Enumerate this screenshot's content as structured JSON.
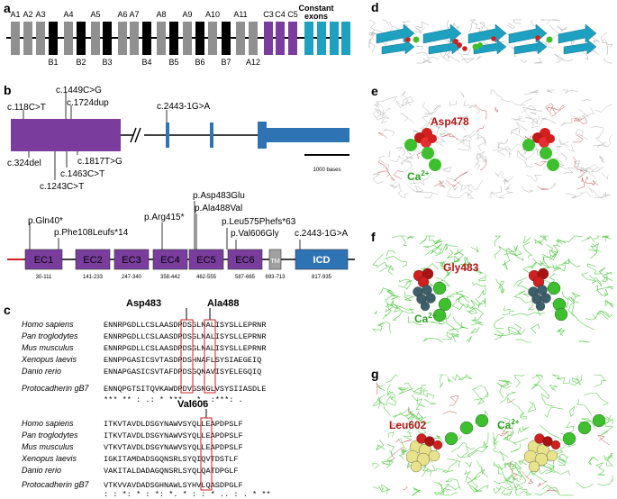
{
  "panel_labels": {
    "a": "a",
    "b": "b",
    "c": "c",
    "d": "d",
    "e": "e",
    "f": "f",
    "g": "g"
  },
  "panel_a": {
    "top_exons": [
      "A1",
      "A2",
      "A3",
      "A4",
      "A5",
      "A6",
      "A7",
      "A8",
      "A9",
      "A10",
      "A11",
      "C3",
      "C4",
      "C5"
    ],
    "bottom_exons": [
      "B1",
      "B2",
      "B3",
      "B4",
      "B5",
      "B6",
      "B7",
      "A12"
    ],
    "constant_label_1": "Constant",
    "constant_label_2": "exons"
  },
  "panel_b_gene": {
    "above": [
      "c.118C>T",
      "c.1449C>G",
      "c.1724dup",
      "c.2443-1G>A"
    ],
    "below": [
      "c.324del",
      "c.1243C>T",
      "c.1463C>T",
      "c.1817T>G"
    ],
    "scale": "1000 bases"
  },
  "panel_b_protein": {
    "domains": [
      "EC1",
      "EC2",
      "EC3",
      "EC4",
      "EC5",
      "EC6",
      "TM",
      "ICD"
    ],
    "ranges": [
      "30-111",
      "141-233",
      "247-340",
      "358-442",
      "462-555",
      "587-665",
      "693-713",
      "817-935"
    ],
    "mutations": [
      "p.Gln40*",
      "p.Phe108Leufs*14",
      "p.Arg415*",
      "p.Asp483Glu",
      "p.Ala488Val",
      "p.Leu575Phefs*63",
      "p.Val606Gly",
      "c.2443-1G>A"
    ]
  },
  "panel_c": {
    "block1_headers": [
      "Asp483",
      "Ala488"
    ],
    "block2_header": "Val606",
    "species": [
      "Homo sapiens",
      "Pan troglodytes",
      "Mus musculus",
      "Xenopus laevis",
      "Danio rerio",
      "Protocadherin gB7"
    ],
    "block1_seqs": [
      "ENNRPGDLLCSLAASDPDSGLNALISYSLLEPRNR",
      "ENNRPGDLLCSLAASDPDSGLNALISYSLLEPRNR",
      "ENNRPGDLLCSLAASDPDSGLNALISYSLLEPRNR",
      "ENNPPGASICSVTASDPDSHNAFLSYSIAEGEIQ",
      "ENNAPGASICSVTAFDPDSGQNAVISYELEGQIQ",
      "ENNQPGTSITQVKAWDPDVGSNGLVSYSIIASDLE"
    ],
    "block1_cons": "*** **  : .: * ***  .  *. :***:        .",
    "block2_seqs": [
      "ITKVTAVDLDSGYNAWVSYQLLEAPDPSLF",
      "ITKVTAVDLDSGYNAWVSYQLLEAPDPSLF",
      "VTKVTAVDLDSGYNAWVSYQLLEAPDPSLF",
      "IGKITAMDADSGQNSRLSYQIQVTDSTLF",
      "VAKITALDADAGQNSRLSYQLQATDPGLF",
      "VTKVVAVDADSGHNAWLSYHVLQASDPGLF"
    ],
    "block2_cons": ":  :  *: * :  *:  *. *  :  :  *  ..  :  .  *   **"
  },
  "panel_e": {
    "residue": "Asp478",
    "ion": "Ca",
    "ion_sup": "2+"
  },
  "panel_f": {
    "residue": "Gly483",
    "ion": "Ca",
    "ion_sup": "2+"
  },
  "panel_g": {
    "residue": "Leu602",
    "ion": "Ca",
    "ion_sup": "2+"
  },
  "colors": {
    "gray_exon": "#909090",
    "black_exon": "#000000",
    "purple": "#7a3d9e",
    "teal": "#1ea1c0",
    "blue": "#2e74b5",
    "tm_gray": "#a0a0a0",
    "red": "#d21f1f",
    "green": "#3dbf2e",
    "mutation_red": "#b31616"
  }
}
